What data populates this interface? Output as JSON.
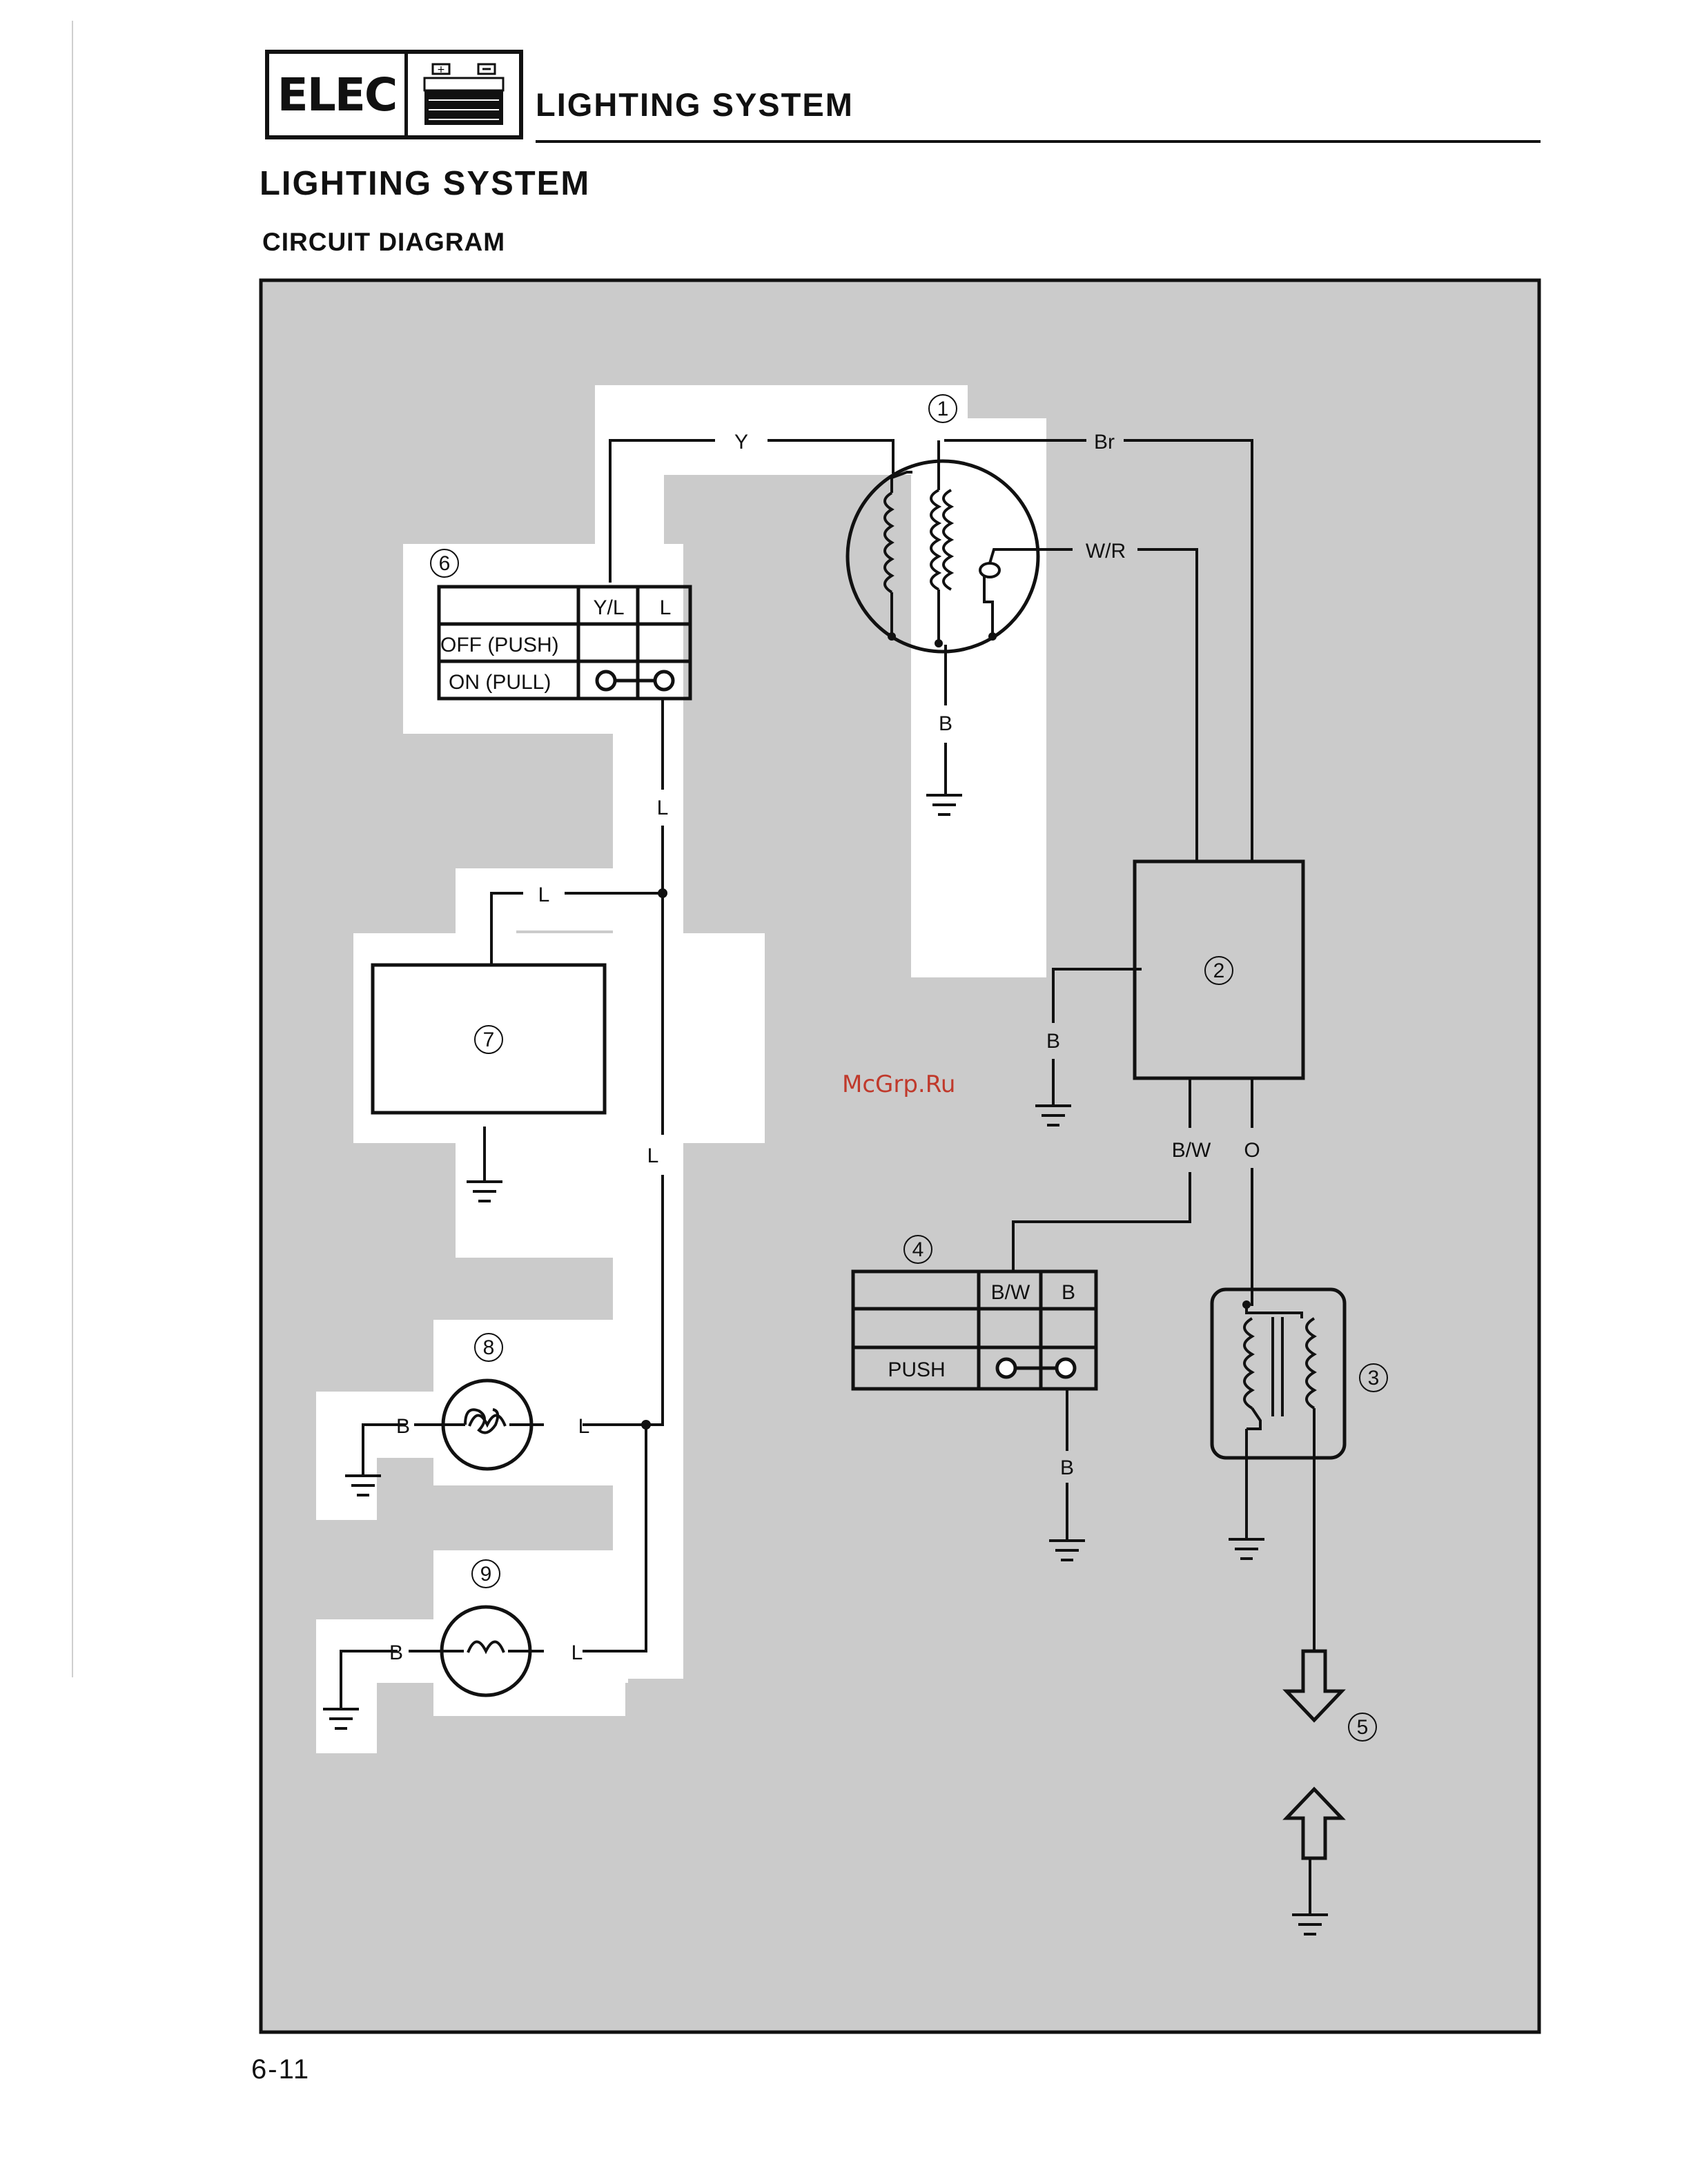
{
  "header": {
    "section_tag": "ELEC",
    "battery_icon": "battery-icon",
    "title": "LIGHTING SYSTEM"
  },
  "page": {
    "section_title": "LIGHTING SYSTEM",
    "subtitle": "CIRCUIT DIAGRAM",
    "page_number": "6-11",
    "watermark": "McGrp.Ru"
  },
  "colors": {
    "panel_gray": "#cbcbcb",
    "highlight": "#ffffff",
    "line": "#111111",
    "watermark": "#c0392b"
  },
  "components": {
    "c1": "1",
    "c2": "2",
    "c3": "3",
    "c4": "4",
    "c5": "5",
    "c6": "6",
    "c7": "7",
    "c8": "8",
    "c9": "9"
  },
  "wires": {
    "y": "Y",
    "br": "Br",
    "wr": "W/R",
    "b_magneto": "B",
    "l_switch": "L",
    "l_junction": "L",
    "l_mid": "L",
    "b_unit": "B",
    "bw": "B/W",
    "o": "O",
    "b_lamp8": "B",
    "l_lamp8": "L",
    "b_lamp9": "B",
    "l_lamp9": "L",
    "b_button": "B"
  },
  "light_switch": {
    "col1": "Y/L",
    "col2": "L",
    "row_off": "OFF (PUSH)",
    "row_on": "ON (PULL)"
  },
  "horn_switch": {
    "col1": "B/W",
    "col2": "B",
    "row_push": "PUSH"
  }
}
